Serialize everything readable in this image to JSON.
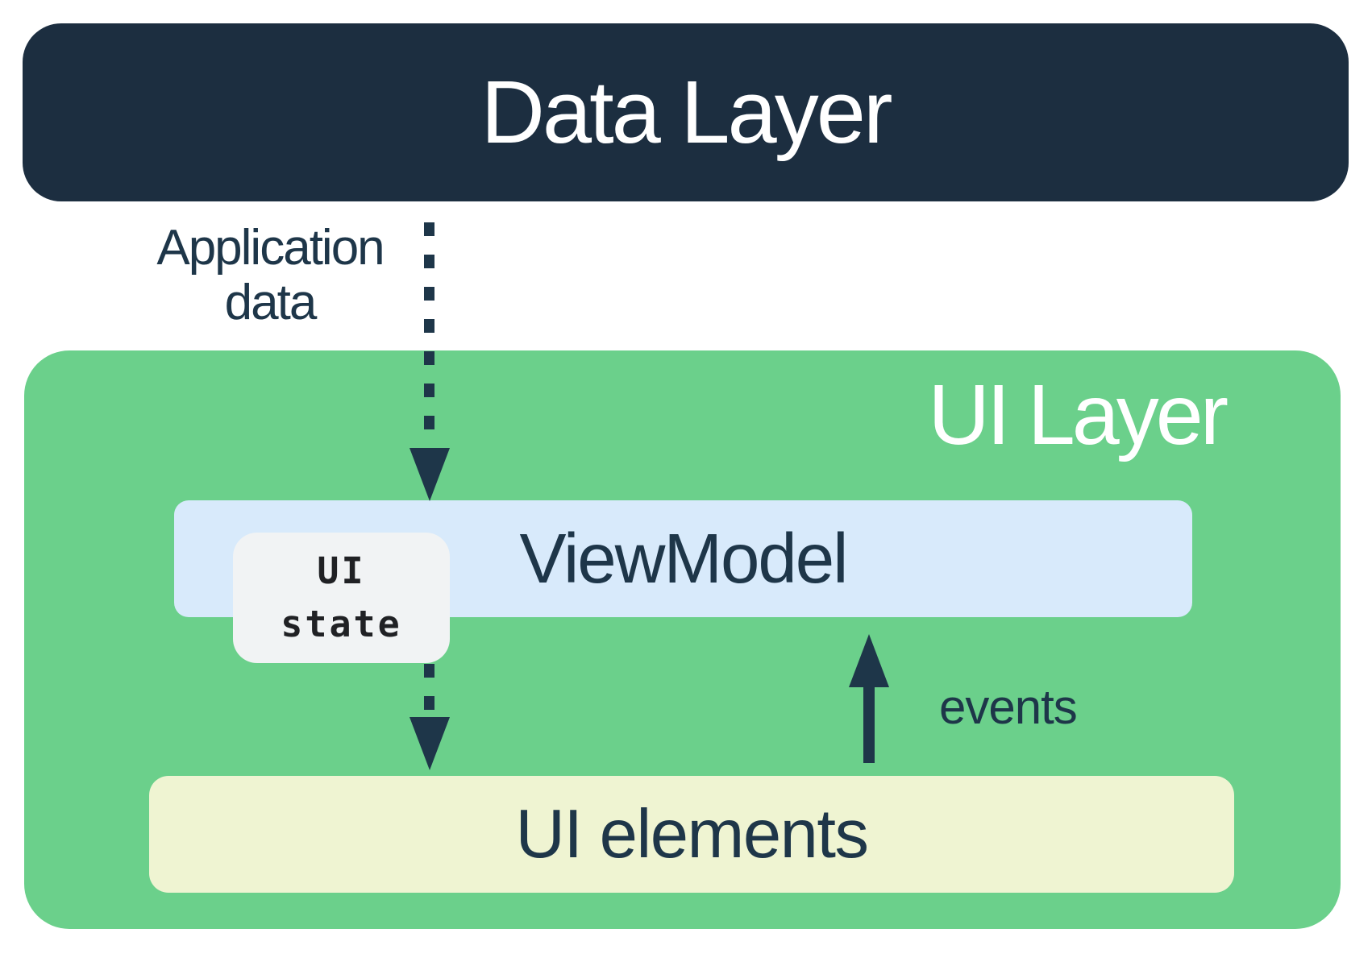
{
  "data_layer": {
    "label": "Data Layer"
  },
  "application_data": {
    "line1": "Application",
    "line2": "data"
  },
  "ui_layer": {
    "label": "UI Layer"
  },
  "viewmodel": {
    "label": "ViewModel"
  },
  "ui_state": {
    "line1": "UI",
    "line2": "state"
  },
  "ui_elements": {
    "label": "UI elements"
  },
  "events": {
    "label": "events"
  },
  "arrows": [
    {
      "name": "application-data-flow",
      "from": "Data Layer",
      "to": "ViewModel",
      "style": "dotted",
      "direction": "down"
    },
    {
      "name": "ui-state-flow",
      "from": "UI state",
      "to": "UI elements",
      "style": "dotted",
      "direction": "down"
    },
    {
      "name": "events-flow",
      "from": "UI elements",
      "to": "ViewModel",
      "style": "solid",
      "direction": "up"
    }
  ],
  "colors": {
    "navy": "#1c2e40",
    "green": "#6bd08b",
    "light_blue": "#d8eafb",
    "cream": "#eff4d2",
    "light_gray": "#f1f3f4",
    "text_navy": "#1e3649",
    "ui_state_text": "#202124",
    "white": "#ffffff"
  }
}
